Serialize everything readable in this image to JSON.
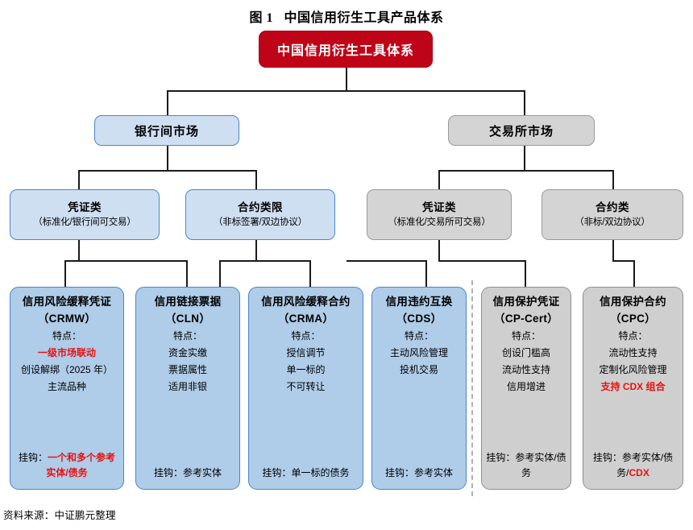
{
  "figure": {
    "title": "图 1   中国信用衍生工具产品体系",
    "source": "资料来源：中证鹏元整理"
  },
  "colors": {
    "root_fill": "#C00418",
    "blue_fill": "#CFDFF2",
    "blue_border": "#4A86C8",
    "blue_card_fill": "#AFCCE8",
    "gray_fill": "#D4D4D4",
    "gray_border": "#9A9A9A",
    "gray_card_fill": "#CFCFCF",
    "highlight_red": "#E8110F"
  },
  "root": {
    "label": "中国信用衍生工具体系"
  },
  "markets": [
    {
      "label": "银行间市场",
      "theme": "blue"
    },
    {
      "label": "交易所市场",
      "theme": "gray"
    }
  ],
  "categories": [
    {
      "title": "凭证类",
      "sub": "（标准化/银行间可交易）",
      "theme": "blue"
    },
    {
      "title": "合约类限",
      "sub": "（非标签署/双边协议）",
      "theme": "blue"
    },
    {
      "title": "凭证类",
      "sub": "（标准化/交易所可交易）",
      "theme": "gray"
    },
    {
      "title": "合约类",
      "sub": "（非标/双边协议）",
      "theme": "gray"
    }
  ],
  "products": [
    {
      "name": "信用风险缓释凭证",
      "abbr": "（CRMW）",
      "theme": "blue",
      "feature_label": "特点：",
      "features": [
        {
          "text": "一级市场联动",
          "highlight": true
        },
        {
          "text": "创设解绑（2025 年）",
          "highlight": false
        },
        {
          "text": "主流品种",
          "highlight": false
        }
      ],
      "link_label": "挂钩：",
      "link_value": "一个和多个参考实体/债务",
      "link_highlight": true
    },
    {
      "name": "信用链接票据",
      "abbr": "（CLN）",
      "theme": "blue",
      "feature_label": "特点：",
      "features": [
        {
          "text": "资金实缴",
          "highlight": false
        },
        {
          "text": "票据属性",
          "highlight": false
        },
        {
          "text": "适用非银",
          "highlight": false
        }
      ],
      "link_label": "挂钩：",
      "link_value": "参考实体",
      "link_highlight": false
    },
    {
      "name": "信用风险缓释合约",
      "abbr": "（CRMA）",
      "theme": "blue",
      "feature_label": "特点：",
      "features": [
        {
          "text": "授信调节",
          "highlight": false
        },
        {
          "text": "单一标的",
          "highlight": false
        },
        {
          "text": "不可转让",
          "highlight": false
        }
      ],
      "link_label": "挂钩：",
      "link_value": "单一标的债务",
      "link_highlight": false
    },
    {
      "name": "信用违约互换",
      "abbr": "（CDS）",
      "theme": "blue",
      "feature_label": "特点：",
      "features": [
        {
          "text": "主动风险管理",
          "highlight": false
        },
        {
          "text": "投机交易",
          "highlight": false
        }
      ],
      "link_label": "挂钩：",
      "link_value": "参考实体",
      "link_highlight": false
    },
    {
      "name": "信用保护凭证",
      "abbr": "（CP-Cert）",
      "theme": "gray",
      "feature_label": "特点：",
      "features": [
        {
          "text": "创设门槛高",
          "highlight": false
        },
        {
          "text": "流动性支持",
          "highlight": false
        },
        {
          "text": "信用增进",
          "highlight": false
        }
      ],
      "link_label": "挂钩：",
      "link_value": "参考实体/债务",
      "link_highlight": false
    },
    {
      "name": "信用保护合约",
      "abbr": "（CPC）",
      "theme": "gray",
      "feature_label": "特点：",
      "features": [
        {
          "text": "流动性支持",
          "highlight": false
        },
        {
          "text": "定制化风险管理",
          "highlight": false
        },
        {
          "text": "支持 CDX 组合",
          "highlight": true
        }
      ],
      "link_label": "挂钩：",
      "link_value": "参考实体/债务/",
      "link_value_highlight": "CDX",
      "link_highlight": false
    }
  ]
}
